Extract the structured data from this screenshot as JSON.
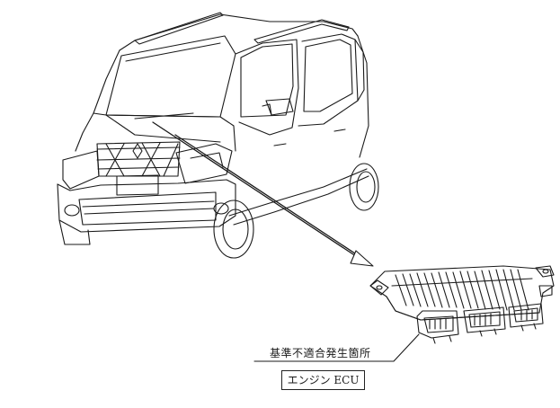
{
  "labels": {
    "defect_location": "基準不適合発生箇所",
    "part_name": "エンジン ECU"
  },
  "drawing": {
    "subject_vehicle": "car-line-drawing",
    "subject_part": "engine-ecu-line-drawing",
    "line_color": "#1a1a1a",
    "background_color": "#ffffff"
  }
}
